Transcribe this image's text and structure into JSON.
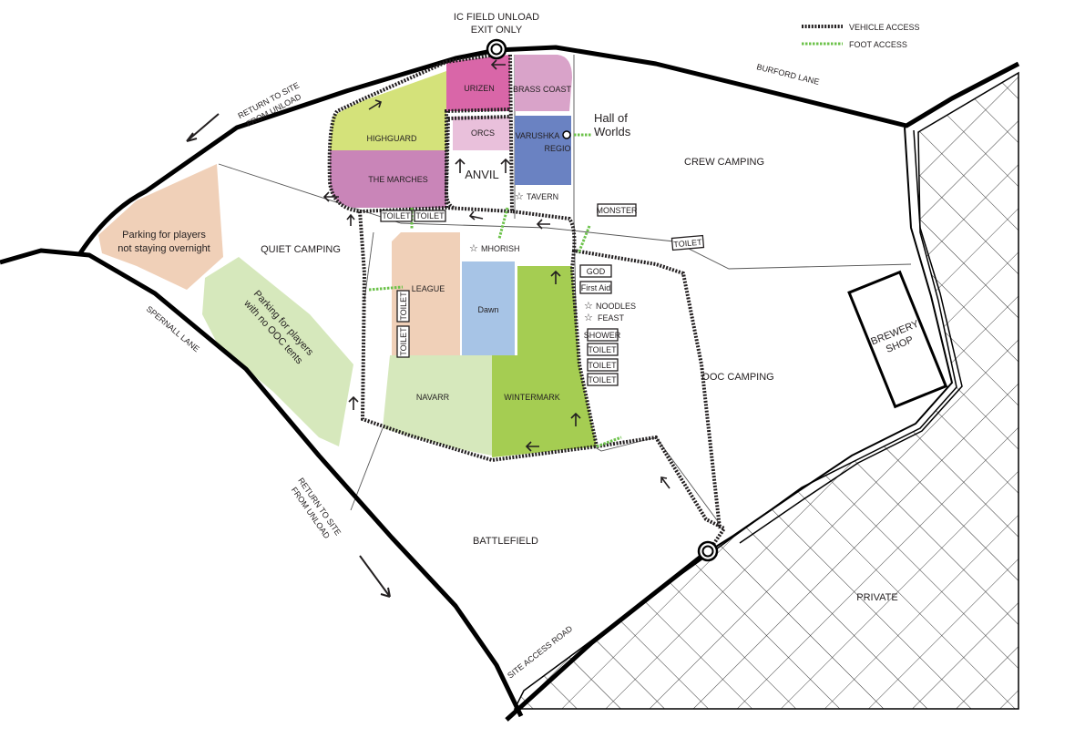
{
  "legend": {
    "vehicle_access": "VEHICLE ACCESS",
    "foot_access": "FOOT ACCESS"
  },
  "roads": {
    "burford": "BURFORD LANE",
    "spernall": "SPERNALL LANE",
    "site_access": "SITE ACCESS ROAD"
  },
  "entrances": {
    "ic_unload_1": "IC FIELD UNLOAD",
    "ic_unload_2": "EXIT ONLY"
  },
  "directions": {
    "return_top_1": "RETURN TO SITE",
    "return_top_2": "FROM UNLOAD",
    "return_bottom_1": "RETURN TO SITE",
    "return_bottom_2": "FROM UNLOAD"
  },
  "zones": {
    "highguard": "HIGHGUARD",
    "marches": "THE MARCHES",
    "urizen": "URIZEN",
    "brass_coast": "BRASS COAST",
    "orcs": "ORCS",
    "anvil": "ANVIL",
    "varushka_1": "VARUSHKA",
    "varushka_2": "REGIO",
    "league": "LEAGUE",
    "dawn": "Dawn",
    "navarr": "NAVARR",
    "wintermark": "WINTERMARK"
  },
  "areas": {
    "quiet_camping": "QUIET CAMPING",
    "crew_camping": "CREW CAMPING",
    "ooc_camping": "OOC CAMPING",
    "battlefield": "BATTLEFIELD",
    "private": "PRIVATE",
    "parking_overnight_1": "Parking for players",
    "parking_overnight_2": "not staying overnight",
    "parking_tents_1": "Parking for players",
    "parking_tents_2": "with no OOC tents",
    "hall_1": "Hall of",
    "hall_2": "Worlds",
    "brewery_1": "BREWERY",
    "brewery_2": "SHOP"
  },
  "points": {
    "tavern": "TAVERN",
    "mhorish": "MHORISH",
    "noodles": "NOODLES",
    "feast": "FEAST"
  },
  "facilities": {
    "toilet": "TOILET",
    "monster": "MONSTER",
    "god": "GOD",
    "first_aid": "First Aid",
    "shower": "SHOWER"
  },
  "colors": {
    "highguard": "#d4e27a",
    "marches": "#c985b8",
    "urizen": "#d966a8",
    "brass_coast": "#d9a3c9",
    "orcs": "#e9c0db",
    "varushka": "#6a82c2",
    "league": "#f0d0b8",
    "dawn": "#a7c4e6",
    "navarr": "#d6e8bc",
    "wintermark": "#a5cd52",
    "parking_overnight": "#f0d0b8",
    "parking_tents": "#d6e8bc",
    "foot_access": "#6cc24a"
  }
}
